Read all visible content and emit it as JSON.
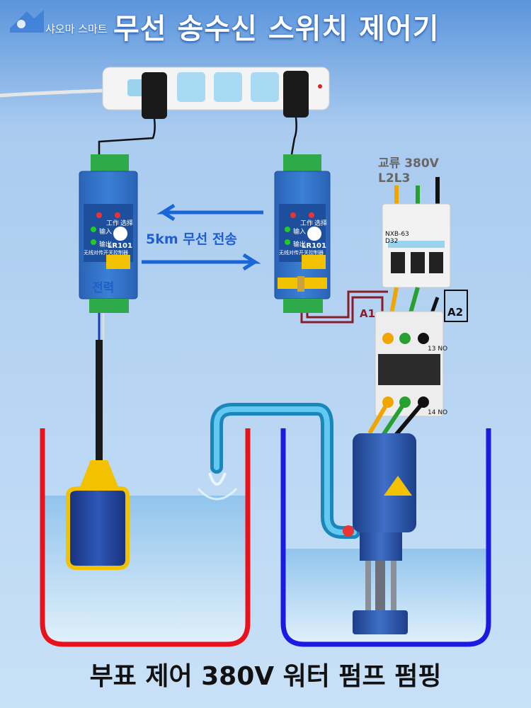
{
  "title": "무선 송수신 스위치 제어기",
  "brand": "샤오마 스마트",
  "wireless_label": "5km 무선 전송",
  "power_label": "전력",
  "ac_label": "교류 380V",
  "phases_label": "L2L3",
  "contact_a1": "A1",
  "contact_a2": "A2",
  "caption": "부표 제어 380V 워터 펌프 펌핑",
  "module_model": "LR101",
  "module_name": "无线对传开关控制器",
  "led_work": "工作",
  "led_select": "选择",
  "led_input": "输入",
  "led_output": "输出",
  "breaker_model": "NXB-63",
  "breaker_rating": "D32",
  "contactor_top": "13 NO",
  "contactor_bottom": "14 NO",
  "colors": {
    "background": "#b9d6f2",
    "module_body": "#2d6fc2",
    "terminal": "#2eaa4a",
    "tank_left": "#e8121c",
    "tank_right": "#1a1ae0",
    "water": "#8fc6ee",
    "pipe": "#2aa3d6",
    "wire_red": "#8a1b2b",
    "phase_yellow": "#f0a500",
    "phase_green": "#28a030",
    "phase_black": "#111111"
  }
}
